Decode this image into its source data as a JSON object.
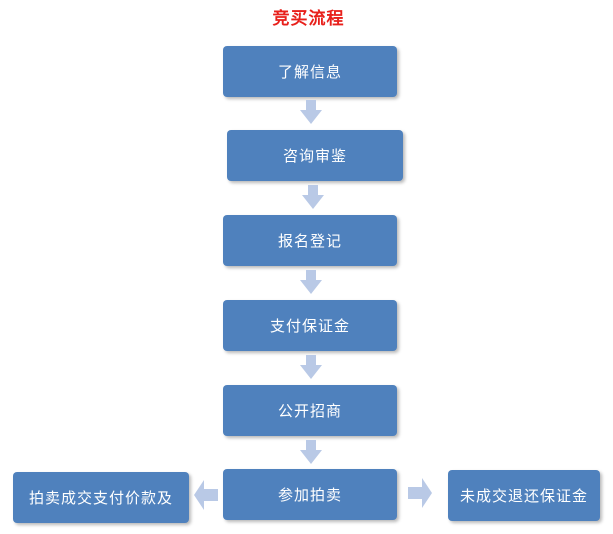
{
  "title": "竞买流程",
  "steps": [
    "了解信息",
    "咨询审鉴",
    "报名登记",
    "支付保证金",
    "公开招商",
    "参加拍卖"
  ],
  "side": {
    "left": "拍卖成交支付价款及",
    "right": "未成交退还保证金"
  },
  "colors": {
    "box": "#4f81bd",
    "arrow": "#b9c9e6",
    "title": "#e8201b"
  }
}
